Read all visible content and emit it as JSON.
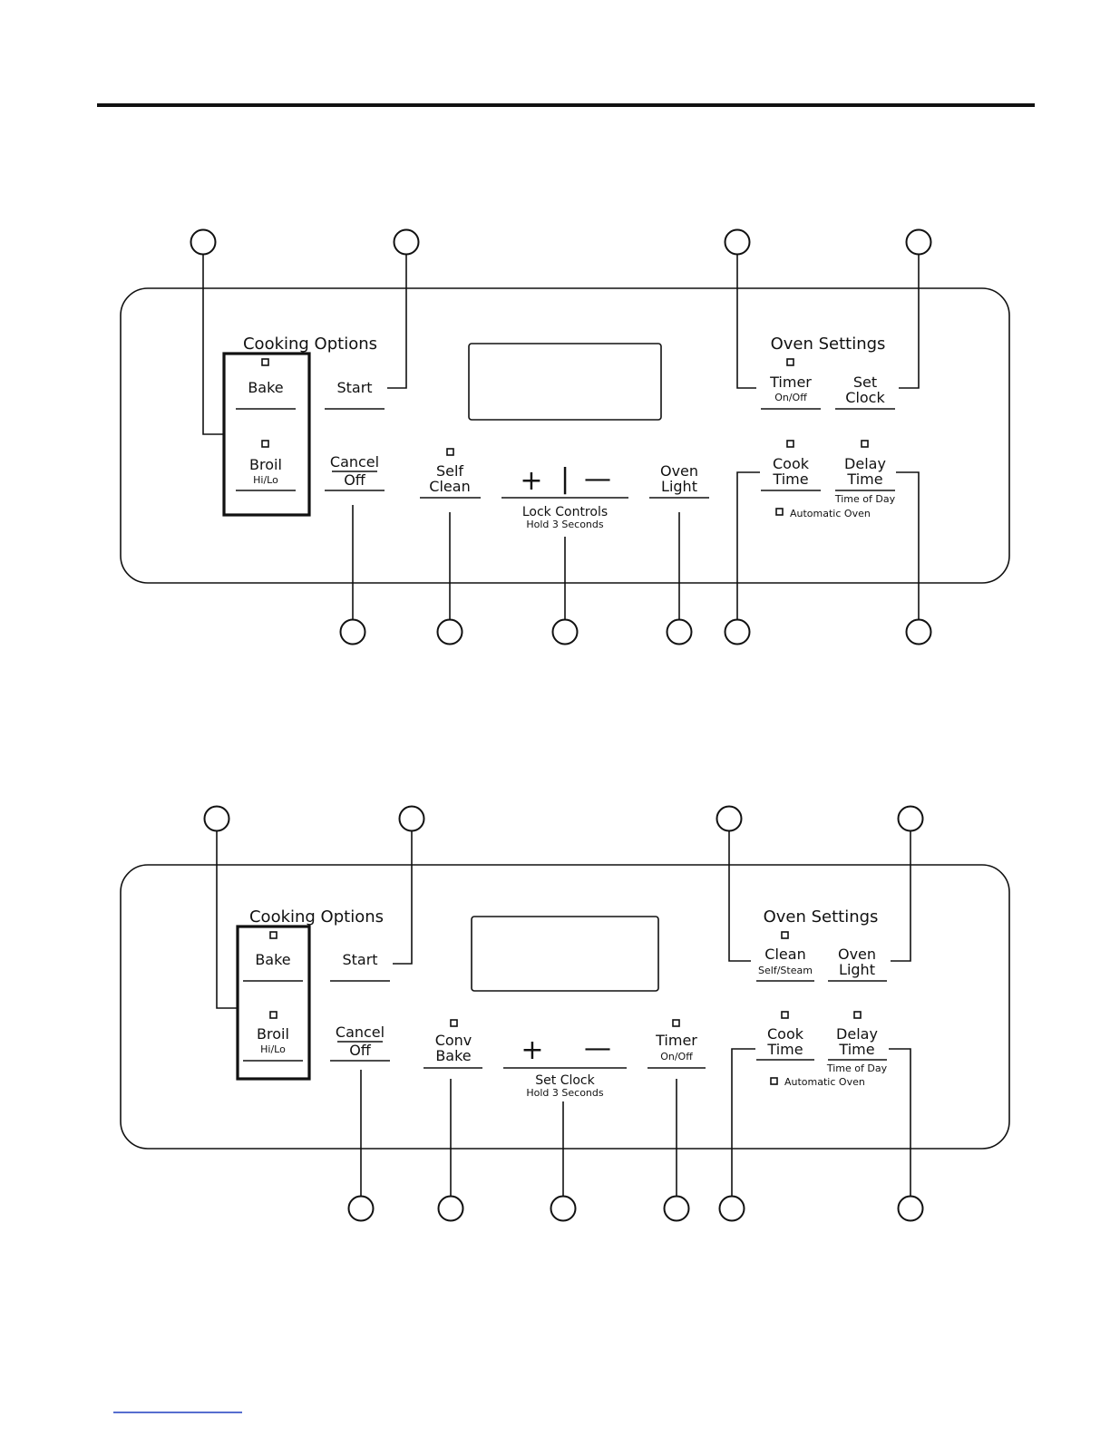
{
  "panel_1": {
    "cooking_options": {
      "heading": "Cooking Options",
      "bake": "Bake",
      "broil": "Broil",
      "broil_sub": "Hi/Lo",
      "start": "Start",
      "cancel": "Cancel",
      "off": "Off"
    },
    "self_clean": {
      "line1": "Self",
      "line2": "Clean"
    },
    "keypad": {
      "plus": "+",
      "separator": "|",
      "minus": "—",
      "label": "Lock Controls",
      "sub": "Hold 3 Seconds"
    },
    "oven_light": {
      "line1": "Oven",
      "line2": "Light"
    },
    "oven_settings": {
      "heading": "Oven Settings",
      "timer": "Timer",
      "timer_sub": "On/Off",
      "set_clock_1": "Set",
      "set_clock_2": "Clock",
      "cook_time_1": "Cook",
      "cook_time_2": "Time",
      "delay_time_1": "Delay",
      "delay_time_2": "Time",
      "delay_time_sub": "Time of Day",
      "automatic_oven": "Automatic Oven"
    }
  },
  "panel_2": {
    "cooking_options": {
      "heading": "Cooking Options",
      "bake": "Bake",
      "broil": "Broil",
      "broil_sub": "Hi/Lo",
      "start": "Start",
      "cancel": "Cancel",
      "off": "Off"
    },
    "conv_bake": {
      "line1": "Conv",
      "line2": "Bake"
    },
    "keypad": {
      "plus": "+",
      "minus": "—",
      "label": "Set Clock",
      "sub": "Hold 3 Seconds"
    },
    "timer": {
      "line1": "Timer",
      "sub": "On/Off"
    },
    "oven_settings": {
      "heading": "Oven Settings",
      "clean": "Clean",
      "clean_sub": "Self/Steam",
      "oven_light_1": "Oven",
      "oven_light_2": "Light",
      "cook_time_1": "Cook",
      "cook_time_2": "Time",
      "delay_time_1": "Delay",
      "delay_time_2": "Time",
      "delay_time_sub": "Time of Day",
      "automatic_oven": "Automatic Oven"
    }
  },
  "colors": {
    "ink": "#111111",
    "link": "#1f3fbf"
  }
}
